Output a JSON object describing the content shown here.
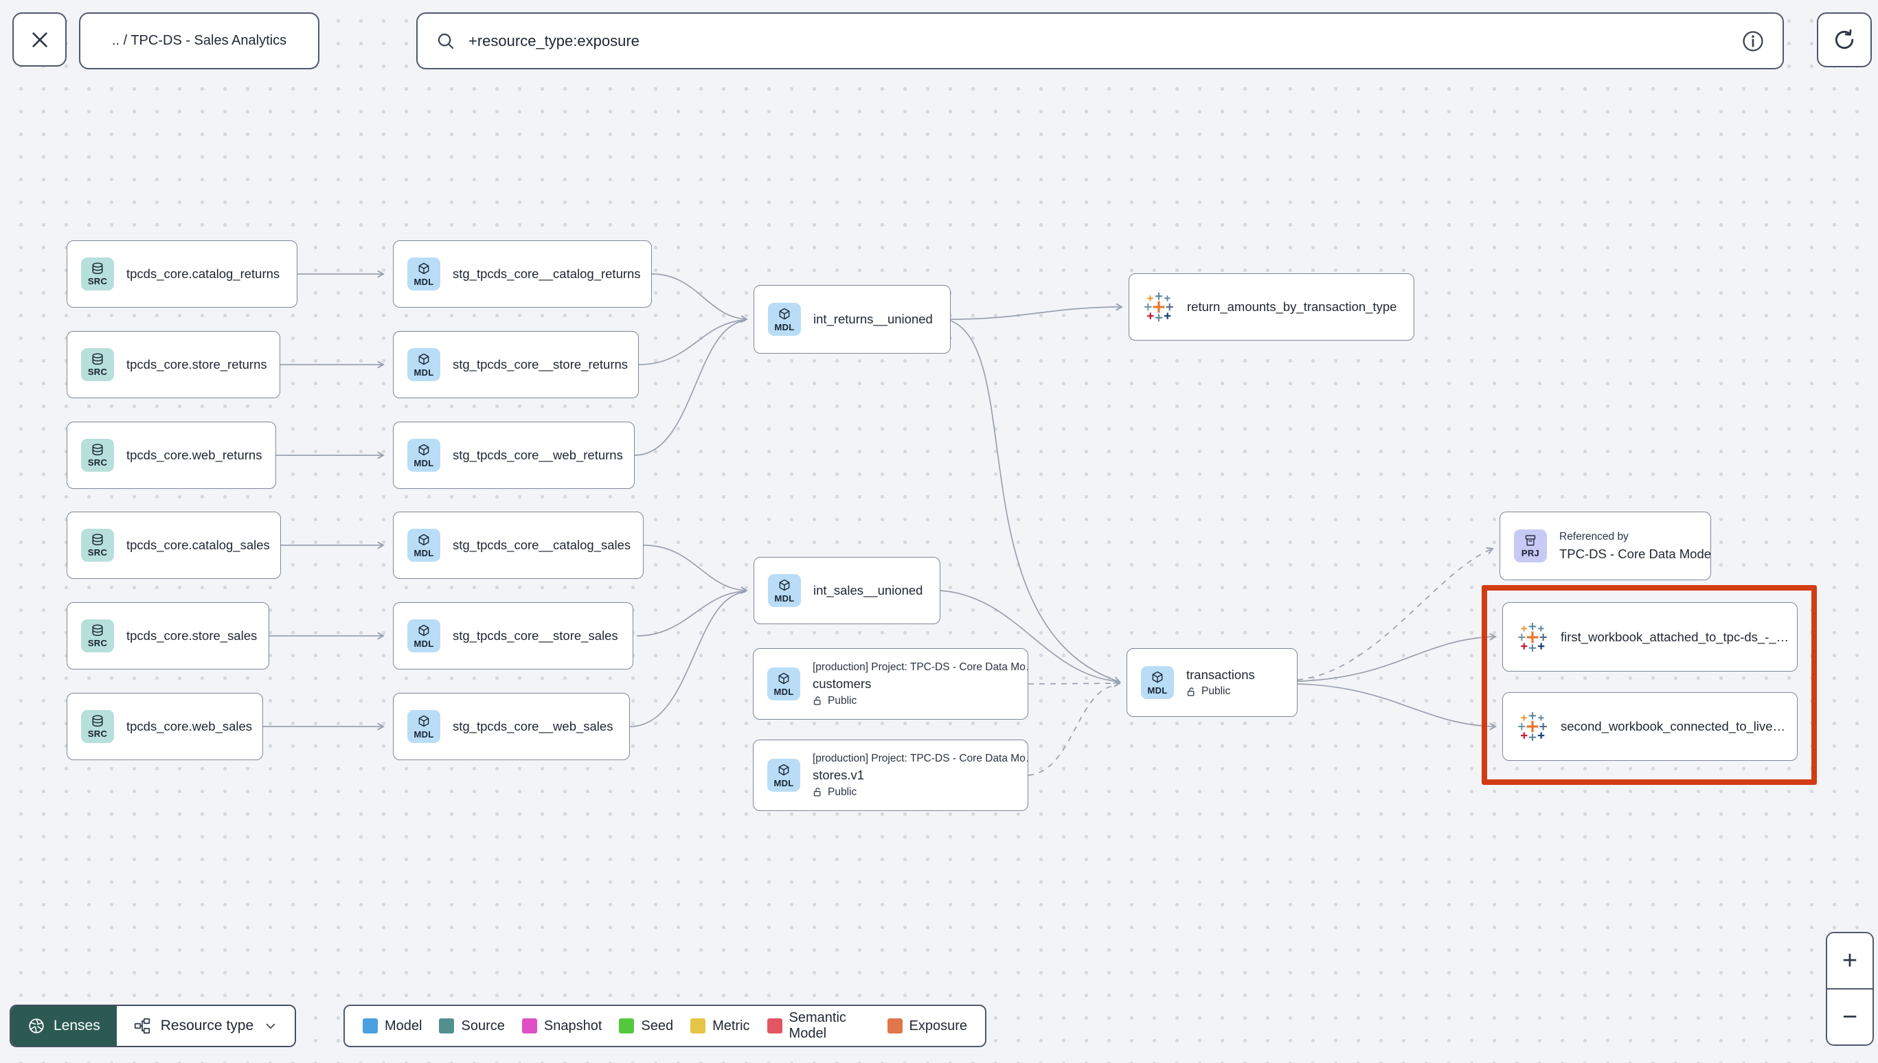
{
  "header": {
    "breadcrumb": ".. / TPC-DS - Sales Analytics",
    "search": {
      "value": "+resource_type:exposure"
    }
  },
  "graph": {
    "badges": {
      "source": "SRC",
      "model": "MDL",
      "project": "PRJ"
    },
    "highlight_color": "#d23c12",
    "nodes": {
      "src_catalog_returns": {
        "label": "tpcds_core.catalog_returns"
      },
      "src_store_returns": {
        "label": "tpcds_core.store_returns"
      },
      "src_web_returns": {
        "label": "tpcds_core.web_returns"
      },
      "src_catalog_sales": {
        "label": "tpcds_core.catalog_sales"
      },
      "src_store_sales": {
        "label": "tpcds_core.store_sales"
      },
      "src_web_sales": {
        "label": "tpcds_core.web_sales"
      },
      "stg_catalog_returns": {
        "label": "stg_tpcds_core__catalog_returns"
      },
      "stg_store_returns": {
        "label": "stg_tpcds_core__store_returns"
      },
      "stg_web_returns": {
        "label": "stg_tpcds_core__web_returns"
      },
      "stg_catalog_sales": {
        "label": "stg_tpcds_core__catalog_sales"
      },
      "stg_store_sales": {
        "label": "stg_tpcds_core__store_sales"
      },
      "stg_web_sales": {
        "label": "stg_tpcds_core__web_sales"
      },
      "int_returns": {
        "label": "int_returns__unioned"
      },
      "int_sales": {
        "label": "int_sales__unioned"
      },
      "customers": {
        "project_line": "[production] Project: TPC-DS - Core Data Mo…",
        "label": "customers",
        "access": "Public"
      },
      "stores": {
        "project_line": "[production] Project: TPC-DS - Core Data Mo…",
        "label": "stores.v1",
        "access": "Public"
      },
      "return_amounts": {
        "label": "return_amounts_by_transaction_type"
      },
      "transactions": {
        "label": "transactions",
        "access": "Public"
      },
      "referenced_by": {
        "title": "Referenced by",
        "label": "TPC-DS - Core Data Models"
      },
      "workbook_first": {
        "label": "first_workbook_attached_to_tpc-ds_-_…"
      },
      "workbook_second": {
        "label": "second_workbook_connected_to_live…"
      }
    }
  },
  "footer": {
    "lenses_label": "Lenses",
    "resource_type_label": "Resource type",
    "legend": {
      "items": [
        {
          "label": "Model",
          "color": "#4aa0e0"
        },
        {
          "label": "Source",
          "color": "#53908d"
        },
        {
          "label": "Snapshot",
          "color": "#e14fc4"
        },
        {
          "label": "Seed",
          "color": "#54c83d"
        },
        {
          "label": "Metric",
          "color": "#e6c445"
        },
        {
          "label": "Semantic Model",
          "color": "#e35563"
        },
        {
          "label": "Exposure",
          "color": "#e0764a"
        }
      ]
    }
  },
  "zoom_controls": {
    "zoom_in": "+",
    "zoom_out": "−"
  }
}
